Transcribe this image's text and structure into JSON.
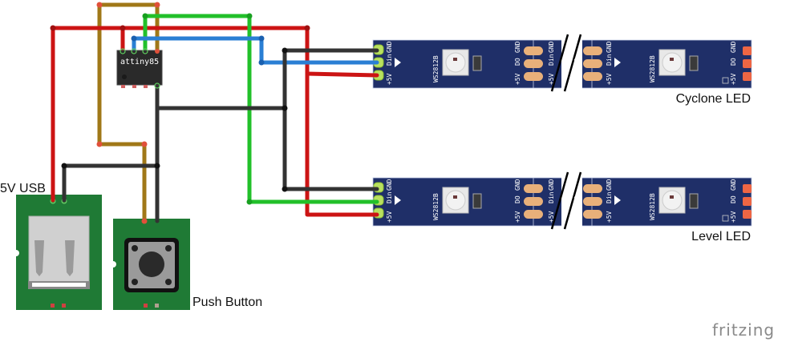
{
  "diagram": {
    "components": {
      "usb": {
        "label": "5V USB"
      },
      "button": {
        "label": "Push Button"
      },
      "chip": {
        "label": "attiny85"
      },
      "strip_cyclone": {
        "label": "Cyclone LED",
        "led_part": "WS2812B"
      },
      "strip_level": {
        "label": "Level LED",
        "led_part": "WS2812B"
      }
    },
    "strip_pins": {
      "in": [
        "GND",
        "Din",
        "+5V"
      ],
      "out": [
        "GND",
        "DO",
        "+5V"
      ]
    },
    "wire_colors": {
      "power": "#cc1414",
      "ground": "#333333",
      "data_cyclone": "#2a7fd4",
      "data_level": "#22c02a",
      "button_signal": "#a07818"
    },
    "watermark": "fritzing"
  }
}
